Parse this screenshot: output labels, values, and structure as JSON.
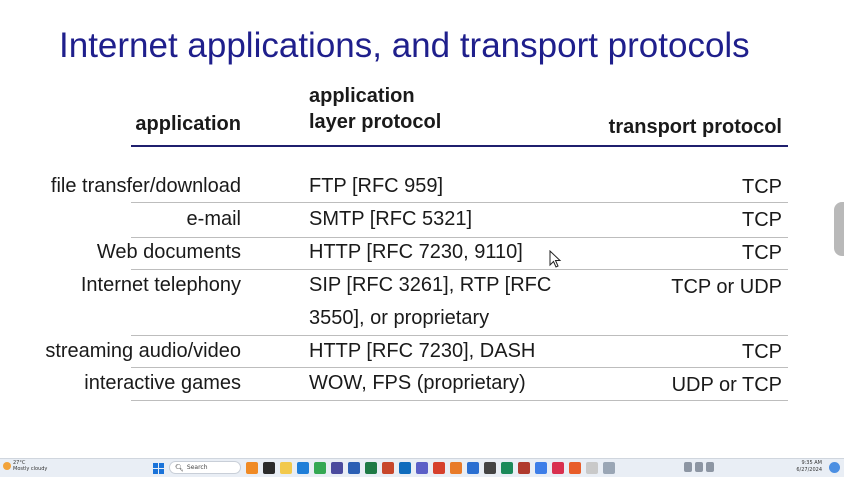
{
  "slide": {
    "title": "Internet applications, and transport protocols",
    "headers": {
      "application": "application",
      "protocol_line1": "application",
      "protocol_line2": "layer protocol",
      "transport": "transport protocol"
    },
    "rows": [
      {
        "application": "file transfer/download",
        "protocol": "FTP [RFC 959]",
        "transport": "TCP"
      },
      {
        "application": "e-mail",
        "protocol": "SMTP [RFC 5321]",
        "transport": "TCP"
      },
      {
        "application": "Web documents",
        "protocol": "HTTP [RFC 7230, 9110]",
        "transport": "TCP"
      },
      {
        "application": "Internet telephony",
        "protocol": "SIP [RFC 3261], RTP [RFC 3550], or proprietary",
        "transport": "TCP or UDP"
      },
      {
        "application": "streaming audio/video",
        "protocol": "HTTP [RFC 7230], DASH",
        "transport": "TCP"
      },
      {
        "application": "interactive games",
        "protocol": "WOW, FPS (proprietary)",
        "transport": "UDP or TCP"
      }
    ],
    "title_color": "#1f1f8c"
  },
  "taskbar": {
    "weather_temp": "27°C",
    "weather_desc": "Mostly cloudy",
    "search_label": "Search",
    "time": "9:35 AM",
    "date": "6/27/2024",
    "app_icons": [
      "widget-icon",
      "taskview-icon",
      "file-explorer-icon",
      "edge-icon",
      "chrome-icon",
      "store-icon",
      "word-icon",
      "excel-icon",
      "powerpoint-icon",
      "outlook-icon",
      "teams-icon",
      "acrobat-icon",
      "app-icon",
      "app-icon",
      "app-icon",
      "app-icon",
      "app-icon",
      "app-icon",
      "app-icon",
      "app-icon",
      "app-icon",
      "app-icon"
    ]
  }
}
